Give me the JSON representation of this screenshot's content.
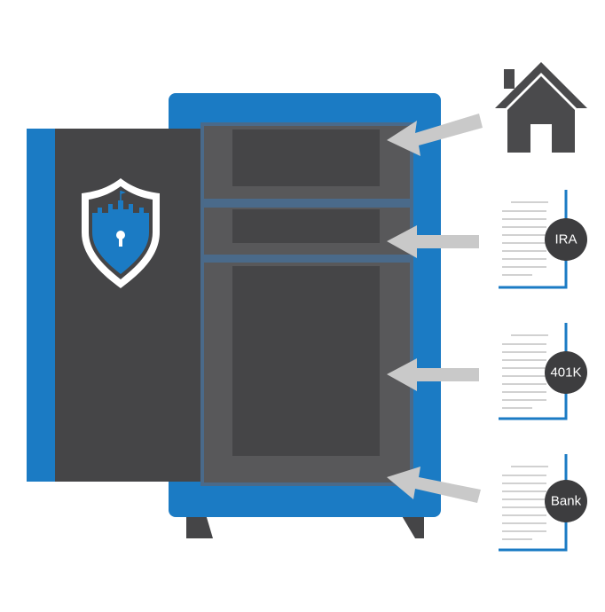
{
  "colors": {
    "safe_blue": "#1b7bc4",
    "safe_dark": "#454547",
    "safe_inner": "#58585a",
    "arrow_gray": "#c9c9c9",
    "house_gray": "#4a4a4c",
    "badge_dark": "#3d3d3f",
    "doc_line": "#c2c2c2"
  },
  "icons": {
    "house": "house-icon",
    "shield": "shield-lock-icon",
    "document": "document-icon",
    "arrow": "arrow-left-icon"
  },
  "documents": [
    {
      "id": "ira",
      "label": "IRA"
    },
    {
      "id": "401k",
      "label": "401K"
    },
    {
      "id": "bank",
      "label": "Bank"
    }
  ]
}
